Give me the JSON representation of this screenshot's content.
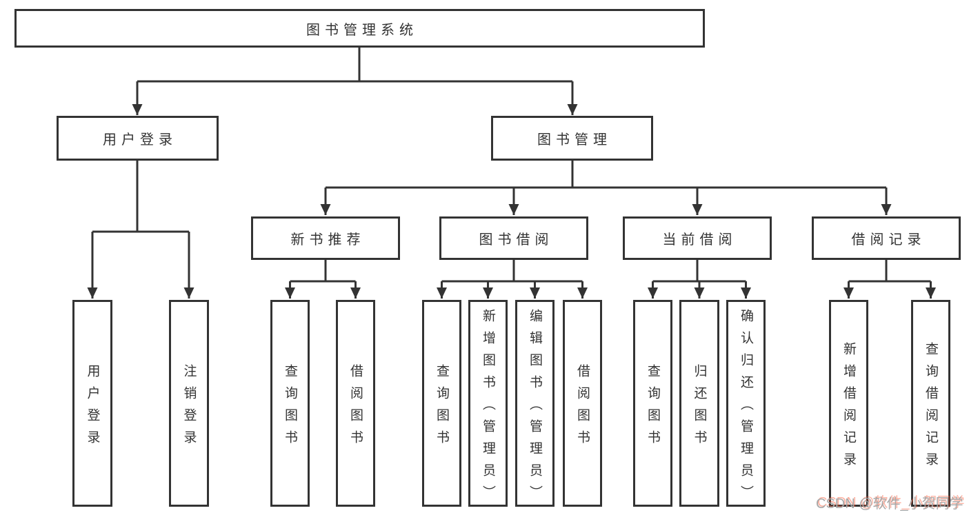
{
  "colors": {
    "line": "#333333",
    "box_border": "#333333",
    "text": "#333333",
    "background": "#ffffff",
    "watermark_text": "#a8a8a8",
    "watermark_shadow": "#fc5531"
  },
  "title": "图书管理系统",
  "level2": [
    {
      "label": "用户登录"
    },
    {
      "label": "图书管理"
    }
  ],
  "level3": [
    {
      "label": "新书推荐"
    },
    {
      "label": "图书借阅"
    },
    {
      "label": "当前借阅"
    },
    {
      "label": "借阅记录"
    }
  ],
  "leaves": {
    "user_login": [
      "用户登录",
      "注销登录"
    ],
    "new_book": [
      "查询图书",
      "借阅图书"
    ],
    "book_borrow": [
      "查询图书",
      "新增图书（管理员）",
      "编辑图书（管理员）",
      "借阅图书"
    ],
    "current_borrow": [
      "查询图书",
      "归还图书",
      "确认归还（管理员）"
    ],
    "borrow_records": [
      "新增借阅记录",
      "查询借阅记录"
    ]
  },
  "watermark": "CSDN @软件_小贺同学"
}
